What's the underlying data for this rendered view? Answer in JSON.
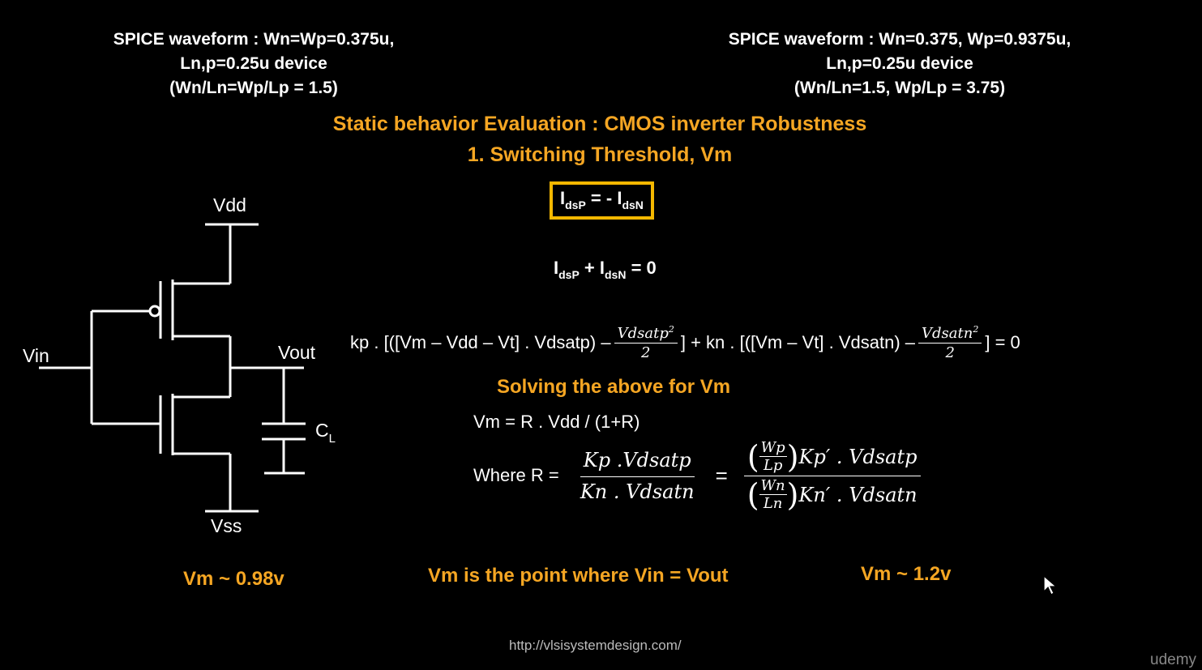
{
  "header_left": {
    "line1": "SPICE waveform : Wn=Wp=0.375u,",
    "line2": "Ln,p=0.25u device",
    "line3": "(Wn/Ln=Wp/Lp = 1.5)"
  },
  "header_right": {
    "line1": "SPICE waveform : Wn=0.375, Wp=0.9375u,",
    "line2": "Ln,p=0.25u device",
    "line3": "(Wn/Ln=1.5, Wp/Lp = 3.75)"
  },
  "title": {
    "line1": "Static behavior Evaluation : CMOS inverter Robustness",
    "line2": "1. Switching Threshold, Vm"
  },
  "boxed_eq": {
    "i_p": "I",
    "sub_p": "dsP",
    "mid": " = - I",
    "sub_n": "dsN"
  },
  "sum_eq": {
    "i_p": "I",
    "sub_p": "dsP",
    "mid": " + I",
    "sub_n": "dsN",
    "tail": " = 0"
  },
  "long_eq": {
    "part1": "kp . [([Vm – Vdd – Vt] . Vdsatp)  –",
    "frac1_num": "Vdsatp",
    "frac1_sup": "2",
    "frac1_den": "2",
    "part2": "] + kn . [([Vm – Vt] . Vdsatn)  –",
    "frac2_num": "Vdsatn",
    "frac2_sup": "2",
    "frac2_den": "2",
    "part3": "] = 0"
  },
  "solving_label": "Solving the above for Vm",
  "vm_eq": "Vm = R . Vdd / (1+R)",
  "where_eq": {
    "label": "Where R =",
    "num1": "Kp .Vdsatp",
    "den1": "Kn . Vdsatn",
    "equals": "=",
    "num2_w": "Wp",
    "num2_l": "Lp",
    "num2_rest": "Kp′ . Vdsatp",
    "den2_w": "Wn",
    "den2_l": "Ln",
    "den2_rest": "Kn′ . Vdsatn"
  },
  "circuit": {
    "vdd": "Vdd",
    "vss": "Vss",
    "vin": "Vin",
    "vout": "Vout",
    "cl": "C",
    "cl_sub": "L"
  },
  "results": {
    "left": "Vm ~ 0.98v",
    "middle": "Vm is the point where Vin = Vout",
    "right": "Vm ~ 1.2v"
  },
  "footer": {
    "url": "http://vlsisystemdesign.com/",
    "watermark": "udemy"
  },
  "colors": {
    "accent": "#f5a623",
    "box_border": "#f5b800",
    "background": "#000000",
    "text": "#ffffff"
  }
}
